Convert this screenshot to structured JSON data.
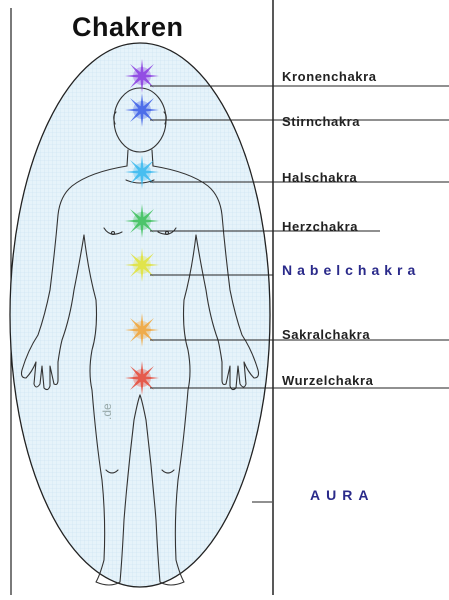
{
  "title": "Chakren",
  "chakras": [
    {
      "label": "Kronenchakra",
      "color": "#8a3ce0",
      "highlight": false
    },
    {
      "label": "Stirnchakra",
      "color": "#3d5fe6",
      "highlight": false
    },
    {
      "label": "Halschakra",
      "color": "#38b8ee",
      "highlight": false
    },
    {
      "label": "Herzchakra",
      "color": "#3cbf5a",
      "highlight": false
    },
    {
      "label": "Nabelchakra",
      "color": "#e0e23a",
      "highlight": true
    },
    {
      "label": "Sakralchakra",
      "color": "#f0a43a",
      "highlight": false
    },
    {
      "label": "Wurzelchakra",
      "color": "#e44a3a",
      "highlight": false
    }
  ],
  "aura_label": "AURA",
  "watermark": ".de",
  "colors": {
    "aura_fill": "#dff0f8",
    "grid": "#c8e2f0",
    "outline": "#222222",
    "highlight_text": "#2a2a8a"
  }
}
